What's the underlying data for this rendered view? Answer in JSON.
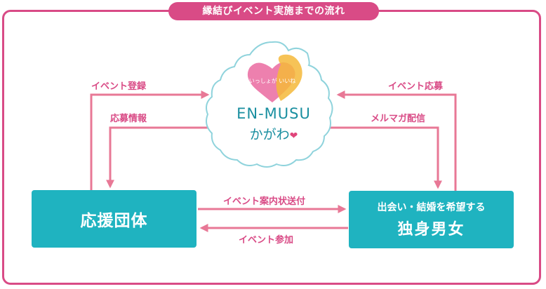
{
  "title": "縁結びイベント実施までの流れ",
  "center": {
    "logo_small": "いっしょが いいね",
    "name_line1": "EN-MUSU",
    "name_line2": "かがわ",
    "heart": "❤"
  },
  "left_box": {
    "label": "応援団体"
  },
  "right_box": {
    "sub": "出会い・結婚を希望する",
    "label": "独身男女"
  },
  "flows": {
    "event_register": "イベント登録",
    "support_info": "応募情報",
    "event_apply": "イベント応募",
    "mailmag": "メルマガ配信",
    "invite": "イベント案内状送付",
    "participate": "イベント参加"
  },
  "colors": {
    "accent": "#d94b86",
    "arrow": "#e87896",
    "teal": "#1fb3c0",
    "logo_text": "#1a8fa0"
  }
}
